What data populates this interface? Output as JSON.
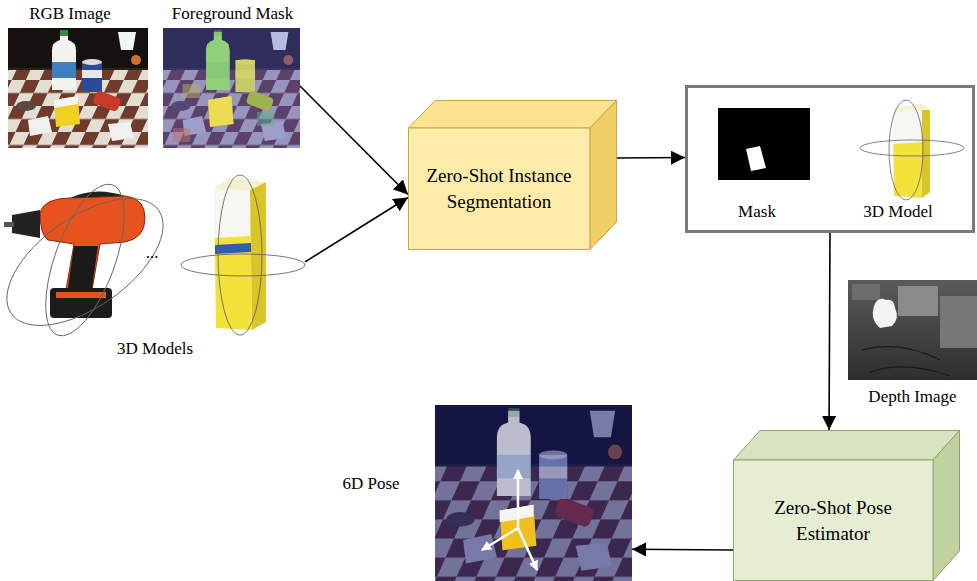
{
  "diagram": {
    "nodes": [
      {
        "text": [
          "RGB Image",
          "Foreground Mask"
        ]
      },
      {
        "text": [
          "...",
          "3D Models"
        ]
      },
      {
        "text": [
          "Zero-Shot Instance Segmentation"
        ]
      },
      {
        "text": [
          "Mask",
          "3D Model"
        ]
      },
      {
        "text": [
          "Depth Image"
        ]
      },
      {
        "text": [
          "Zero-Shot Pose Estimator"
        ]
      },
      {
        "text": [
          "6D Pose"
        ]
      }
    ],
    "edges": [
      {
        "from": 0,
        "to": 2,
        "arrow": "to"
      },
      {
        "from": 1,
        "to": 2,
        "arrow": "to"
      },
      {
        "from": 2,
        "to": 3,
        "arrow": "to"
      },
      {
        "from": 3,
        "to": 5,
        "arrow": "to"
      },
      {
        "from": 5,
        "to": 6,
        "arrow": "to"
      }
    ]
  }
}
